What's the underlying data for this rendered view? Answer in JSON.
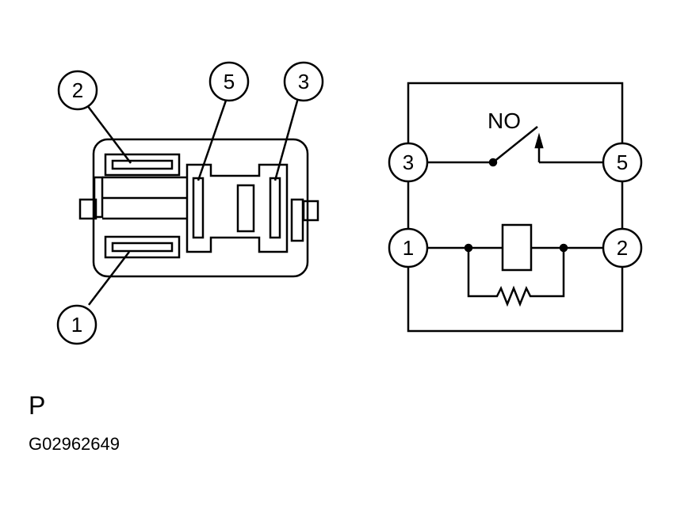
{
  "connector": {
    "callouts": [
      "2",
      "5",
      "3",
      "1"
    ]
  },
  "schematic": {
    "pins": [
      "3",
      "5",
      "1",
      "2"
    ],
    "switch_label": "NO"
  },
  "view_letter": "P",
  "figure_id": "G02962649"
}
